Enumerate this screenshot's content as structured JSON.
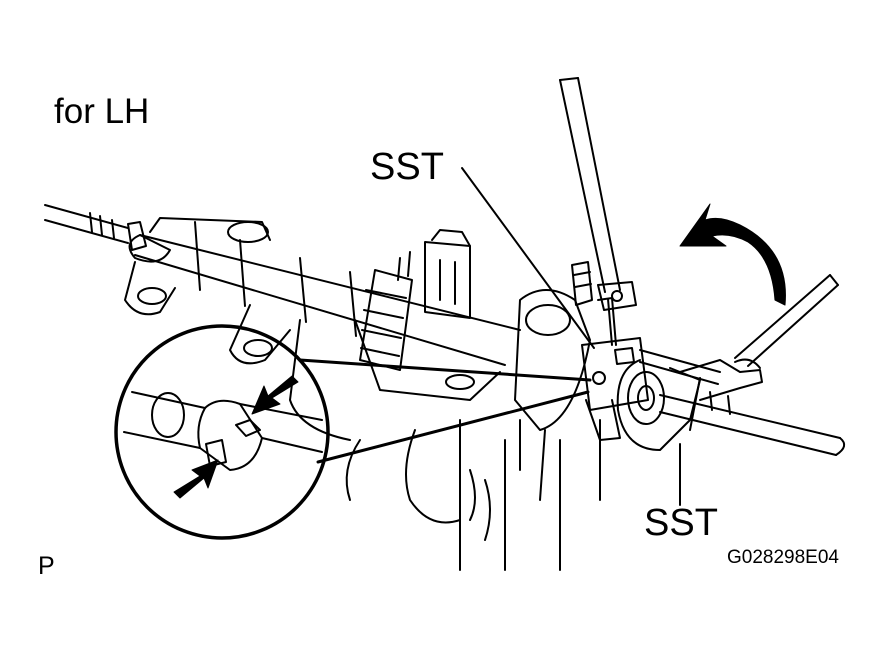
{
  "figure": {
    "view_label": "for LH",
    "callouts": {
      "tool_top": "SST",
      "tool_bottom": "SST"
    },
    "corner_mark": "P",
    "figure_code": "G028298E04"
  },
  "colors": {
    "line": "#000000",
    "background": "#ffffff"
  },
  "icons": [
    "rotation-arrow-icon",
    "pointer-arrow-icon"
  ]
}
